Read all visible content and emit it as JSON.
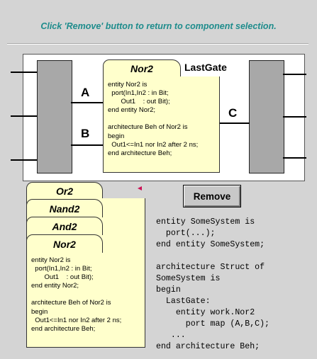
{
  "instruction": "Click 'Remove' button to return to component selection.",
  "diagram": {
    "instance_name": "LastGate",
    "ports": {
      "a": "A",
      "b": "B",
      "c": "C"
    },
    "component_card": {
      "title": "Nor2",
      "code": "entity Nor2 is\n  port(In1,In2 : in Bit;\n       Out1    : out Bit);\nend entity Nor2;\n\narchitecture Beh of Nor2 is\nbegin\n  Out1<=In1 nor In2 after 2 ns;\nend architecture Beh;"
    }
  },
  "remove_button": {
    "label": "Remove"
  },
  "component_library": {
    "tabs": [
      "Or2",
      "Nand2",
      "And2",
      "Nor2"
    ],
    "selected": "Nor2",
    "code": "entity Nor2 is\n  port(In1,In2 : in Bit;\n       Out1    : out Bit);\nend entity Nor2;\n\narchitecture Beh of Nor2 is\nbegin\n  Out1<=In1 nor In2 after 2 ns;\nend architecture Beh;"
  },
  "system_code": "entity SomeSystem is\n  port(...);\nend entity SomeSystem;\n\narchitecture Struct of\nSomeSystem is\nbegin\n  LastGate:\n    entity work.Nor2\n      port map (A,B,C);\n   ...\nend architecture Beh;",
  "colors": {
    "instruction": "#1e8c8c",
    "card_fill": "#ffffcc",
    "block_fill": "#a8a8a8",
    "background": "#d4d4d4"
  }
}
